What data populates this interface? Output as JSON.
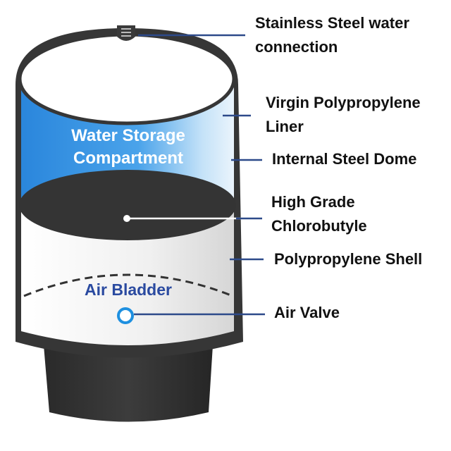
{
  "colors": {
    "tank_outline": "#3a3a3a",
    "water_top": "#2f8de0",
    "water_bottom": "#d9ecfa",
    "bladder_dark": "#333333",
    "shell_light": "#e8e8e8",
    "leader_line": "#2d4a8a",
    "air_text": "#2a4aa0",
    "air_valve": "#1e90e0"
  },
  "inner_labels": {
    "water_line1": "Water Storage",
    "water_line2": "Compartment",
    "air_bladder": "Air Bladder"
  },
  "callouts": {
    "stainless_l1": "Stainless Steel water",
    "stainless_l2": "connection",
    "virgin_l1": "Virgin Polypropylene",
    "virgin_l2": "Liner",
    "dome": "Internal Steel Dome",
    "chloro_l1": "High Grade",
    "chloro_l2": "Chlorobutyle",
    "shell": "Polypropylene Shell",
    "valve": "Air Valve"
  }
}
